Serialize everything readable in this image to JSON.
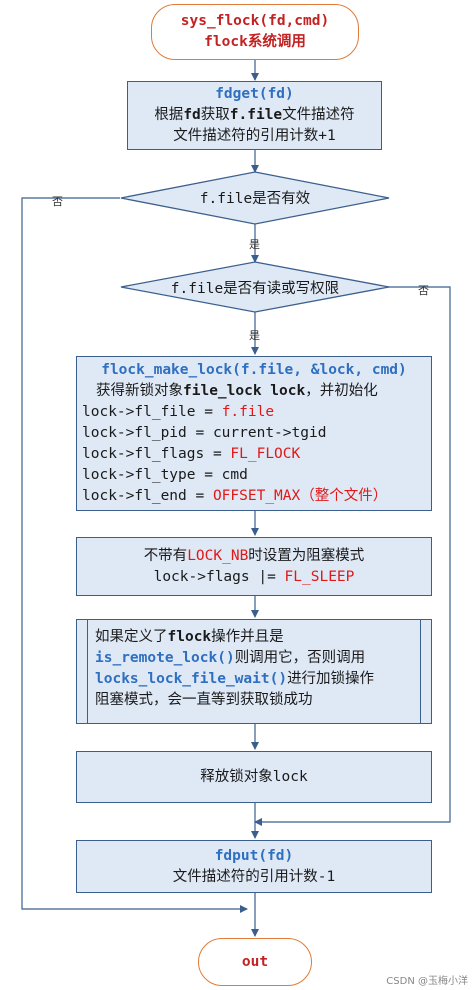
{
  "start": {
    "line1": "sys_flock(fd,cmd)",
    "line2": "flock系统调用"
  },
  "fdget": {
    "title": "fdget(fd)",
    "line2_pre": "根据",
    "line2_fd": "fd",
    "line2_mid": "获取",
    "line2_ffile": "f.file",
    "line2_post": "文件描述符",
    "line3": "文件描述符的引用计数+1"
  },
  "decision1": {
    "text": "f.file是否有效",
    "yes": "是",
    "no": "否"
  },
  "decision2": {
    "text": "f.file是否有读或写权限",
    "yes": "是",
    "no": "否"
  },
  "make_lock": {
    "title": "flock_make_lock(f.file, &lock, cmd)",
    "desc_pre": "获得新锁对象",
    "desc_code": "file_lock lock",
    "desc_post": "，并初始化",
    "l1_pre": "lock->fl_file = ",
    "l1_val": "f.file",
    "l2": "lock->fl_pid = current->tgid",
    "l3_pre": "lock->fl_flags = ",
    "l3_val": "FL_FLOCK",
    "l4": "lock->fl_type = cmd",
    "l5_pre": "lock->fl_end = ",
    "l5_val": "OFFSET_MAX（整个文件）"
  },
  "nb": {
    "l1_pre": "不带有",
    "l1_code": "LOCK_NB",
    "l1_post": "时设置为阻塞模式",
    "l2_pre": "lock->flags |= ",
    "l2_val": "FL_SLEEP"
  },
  "remote": {
    "l1_pre": "如果定义了",
    "l1_code": "flock",
    "l1_post": "操作并且是",
    "l2_code": "is_remote_lock()",
    "l2_post": "则调用它，否则调用",
    "l3_code": "locks_lock_file_wait()",
    "l3_post": "进行加锁操作",
    "l4": "阻塞模式，会一直等到获取锁成功"
  },
  "release": {
    "pre": "释放锁对象",
    "code": "lock"
  },
  "fdput": {
    "title": "fdput(fd)",
    "line2": "文件描述符的引用计数-1"
  },
  "end": {
    "text": "out"
  },
  "watermark": "CSDN @玉梅小洋"
}
